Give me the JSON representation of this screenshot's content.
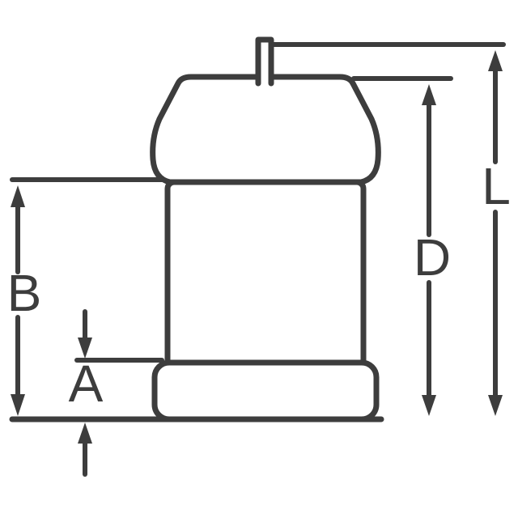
{
  "figure": {
    "labels": {
      "a": "A",
      "b": "B",
      "d": "D",
      "l": "L"
    },
    "colors": {
      "line": "#3d3d3d",
      "background": "#ffffff"
    }
  }
}
